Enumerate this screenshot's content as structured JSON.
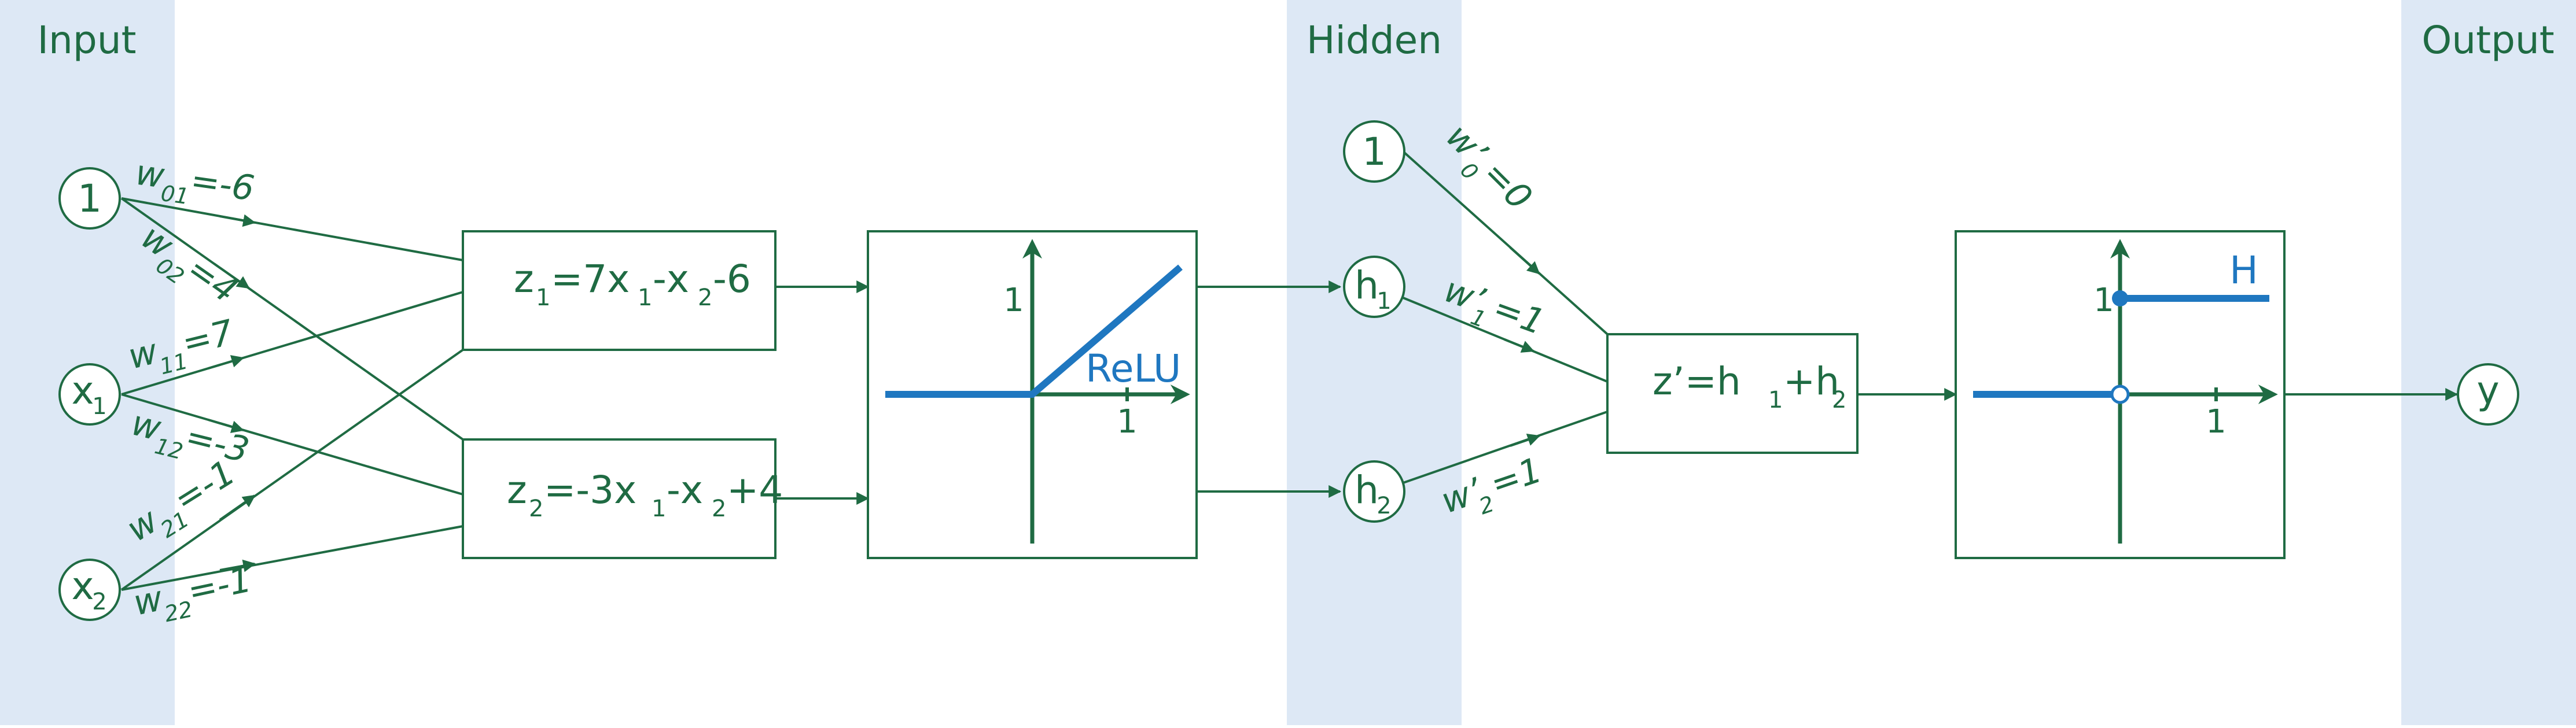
{
  "layers": {
    "input": "Input",
    "hidden": "Hidden",
    "output": "Output"
  },
  "nodes": {
    "bias_in": "1",
    "x1": {
      "base": "x",
      "sub": "1"
    },
    "x2": {
      "base": "x",
      "sub": "2"
    },
    "bias_hidden": "1",
    "h1": {
      "base": "h",
      "sub": "1"
    },
    "h2": {
      "base": "h",
      "sub": "2"
    },
    "y": "y"
  },
  "weights": {
    "w01": {
      "base": "w",
      "sub": "01",
      "value": "=-6"
    },
    "w02": {
      "base": "w",
      "sub": "02",
      "value": "=4"
    },
    "w11": {
      "base": "w",
      "sub": "11",
      "value": "=7"
    },
    "w12": {
      "base": "w",
      "sub": "12",
      "value": "=-3"
    },
    "w21": {
      "base": "w",
      "sub": "21",
      "value": "=-1"
    },
    "w22": {
      "base": "w",
      "sub": "22",
      "value": "=-1"
    },
    "wp0": {
      "base": "w’",
      "sub": "0",
      "value": "=0"
    },
    "wp1": {
      "base": "w’",
      "sub": "1",
      "value": "=1"
    },
    "wp2": {
      "base": "w’",
      "sub": "2",
      "value": "=1"
    }
  },
  "equations": {
    "z1": {
      "a": "z",
      "a_sub": "1",
      "b": "=7x",
      "b_sub": "1",
      "c": "-x",
      "c_sub": "2",
      "d": " -6"
    },
    "z2": {
      "a": "z",
      "a_sub": "2",
      "b": "=-3x",
      "b_sub": "1",
      "c": "-x",
      "c_sub": "2",
      "d": "+4"
    },
    "zp": {
      "a": "z’=h",
      "a_sub": "1",
      "b": "+h",
      "b_sub": "2"
    }
  },
  "relu_plot": {
    "label": "ReLU",
    "y_tick": "1",
    "x_tick": "1"
  },
  "step_plot": {
    "label": "H",
    "y_tick": "1",
    "x_tick": "1"
  },
  "colors": {
    "primary": "#1f6b43",
    "accent": "#1f77c0",
    "band": "#dde8f5"
  }
}
